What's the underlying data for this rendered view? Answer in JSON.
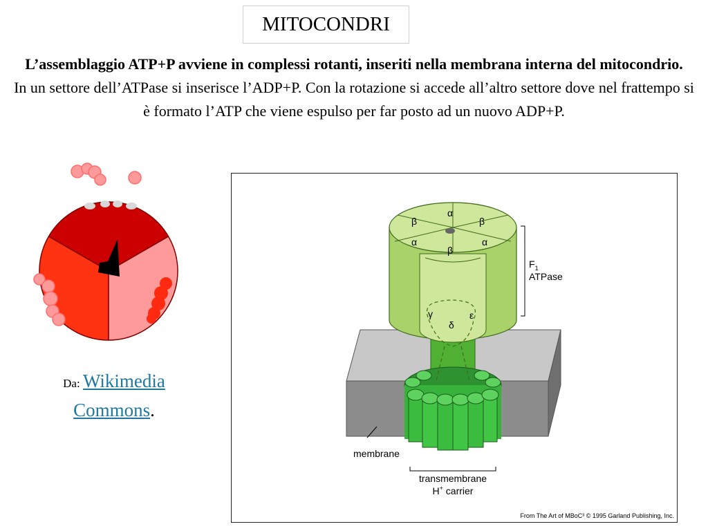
{
  "slide": {
    "title": "MITOCONDRI",
    "intro_bold": "L’assemblaggio ATP+P  avviene in complessi rotanti, inseriti nella membrana interna del mitocondrio.",
    "intro_text": "In un settore dell’ATPase si inserisce l’ADP+P. Con la rotazione si accede all’altro settore dove nel frattempo si è formato l’ATP che viene espulso per far posto ad un nuovo ADP+P.",
    "credit_prefix": "Da:",
    "credit_link": "Wikimedia Commons",
    "credit_suffix": "."
  },
  "figure": {
    "alpha": "α",
    "beta": "β",
    "gamma": "γ",
    "delta": "δ",
    "epsilon": "ε",
    "f1_label": "F",
    "f1_sub": "1",
    "atpase_label": "ATPase",
    "membrane_label": "membrane",
    "carrier_label_1": "transmembrane",
    "carrier_label_2_prefix": "H",
    "carrier_label_2_sup": "+",
    "carrier_label_2_suffix": " carrier",
    "copyright": "From The Art of MBoC³ © 1995 Garland Publishing, Inc."
  },
  "colors": {
    "sector_dark_red": "#cc0000",
    "sector_orange_red": "#ff3311",
    "sector_pink": "#ff9a9a",
    "f1_light_green": "#cfe79a",
    "f1_mid_green": "#a9d26a",
    "stalk_green": "#4fb033",
    "ring_green": "#37b33b",
    "membrane_gray": "#999999",
    "link_blue": "#1e78a0"
  }
}
